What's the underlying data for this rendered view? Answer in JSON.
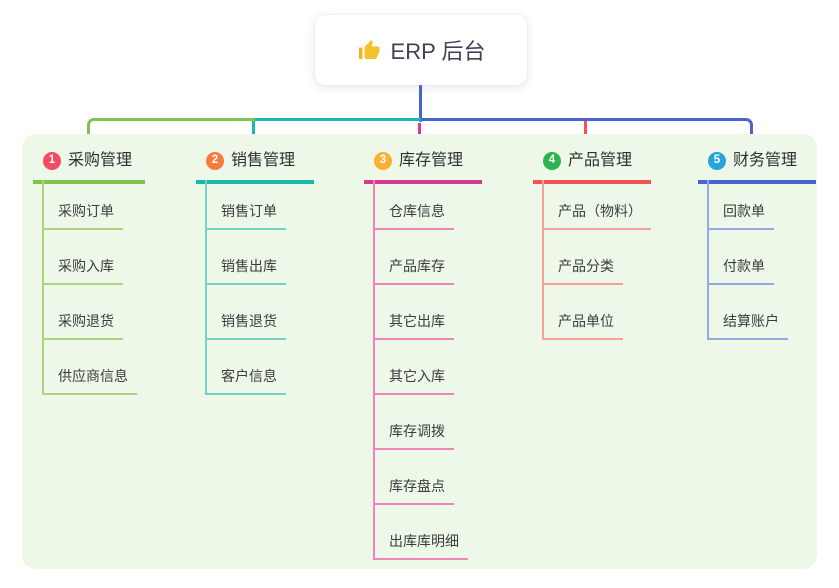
{
  "root": {
    "label": "ERP 后台",
    "icon": "thumbs-up-icon"
  },
  "colors": {
    "page_bg": "#ffffff",
    "panel_bg": "#edf8e8",
    "root_card_bg": "#ffffff",
    "root_text": "#3d4357",
    "title_text": "#2f3032",
    "child_text": "#3c3c3e",
    "root_line": "#4a63ce",
    "thumb_icon": "#f6c12b"
  },
  "branches": [
    {
      "index": "1",
      "title": "采购管理",
      "badge_color": "#f44b63",
      "color": "#84c14e",
      "light_color": "#a9d581",
      "children": [
        "采购订单",
        "采购入库",
        "采购退货",
        "供应商信息"
      ]
    },
    {
      "index": "2",
      "title": "销售管理",
      "badge_color": "#f97b3d",
      "color": "#17b9ac",
      "light_color": "#74d1c6",
      "children": [
        "销售订单",
        "销售出库",
        "销售退货",
        "客户信息"
      ]
    },
    {
      "index": "3",
      "title": "库存管理",
      "badge_color": "#fbb033",
      "color": "#d63b94",
      "light_color": "#f383bd",
      "children": [
        "仓库信息",
        "产品库存",
        "其它出库",
        "其它入库",
        "库存调拨",
        "库存盘点",
        "出库库明细"
      ]
    },
    {
      "index": "4",
      "title": "产品管理",
      "badge_color": "#2db452",
      "color": "#f15352",
      "light_color": "#f7a09a",
      "children": [
        "产品（物料）",
        "产品分类",
        "产品单位"
      ]
    },
    {
      "index": "5",
      "title": "财务管理",
      "badge_color": "#29a3de",
      "color": "#4a63ce",
      "light_color": "#93a9e4",
      "children": [
        "回款单",
        "付款单",
        "结算账户"
      ]
    }
  ]
}
